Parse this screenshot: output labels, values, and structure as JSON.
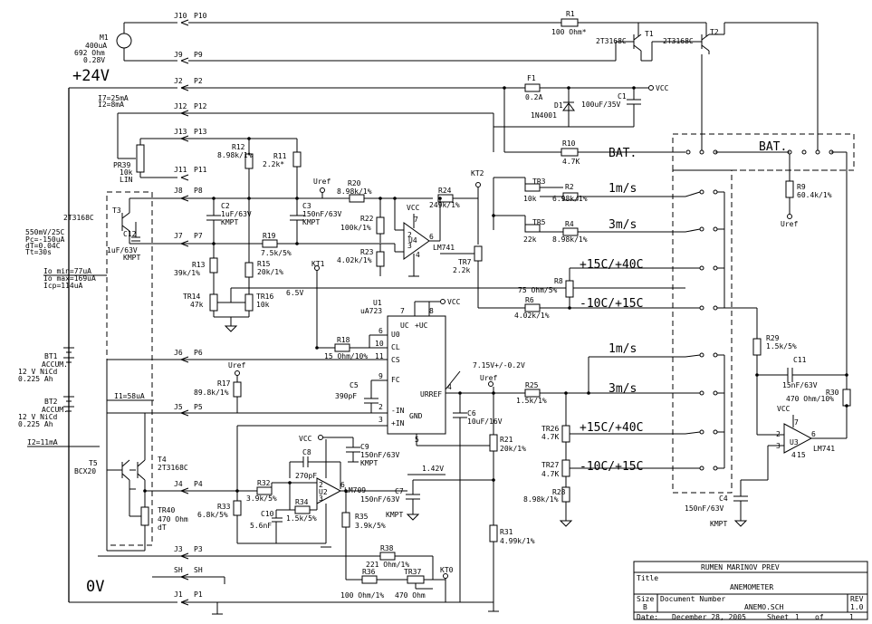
{
  "connectors": {
    "j10": "J10",
    "p10": "P10",
    "j9": "J9",
    "p9": "P9",
    "j2": "J2",
    "p2": "P2",
    "j12": "J12",
    "p12": "P12",
    "j13": "J13",
    "p13": "P13",
    "j11": "J11",
    "p11": "P11",
    "j8": "J8",
    "p8": "P8",
    "j7": "J7",
    "p7": "P7",
    "j6": "J6",
    "p6": "P6",
    "j5": "J5",
    "p5": "P5",
    "j4": "J4",
    "p4": "P4",
    "j3": "J3",
    "p3": "P3",
    "sh1": "SH",
    "sh2": "SH",
    "j1": "J1",
    "p1": "P1"
  },
  "meter": {
    "ref": "M1",
    "line1": "400uA",
    "line2": "692 Ohm",
    "line3": "0.28V"
  },
  "rails": {
    "plus24": "+24V",
    "zero": "0V",
    "bat_left": "BAT.",
    "bat_right": "BAT."
  },
  "currents": {
    "i1": "I7=25mA",
    "i2": "I2=8mA",
    "i3": "I1=58uA",
    "i4": "I2=11mA",
    "io_min": "Io min=77uA",
    "io_max": "Io max=169uA",
    "icp": "Icp=114uA",
    "t3_a": "550mV/25C",
    "t3_b": "Pc=-150uA",
    "t3_c": "dT=0.04C",
    "t3_d": "Tt=30s"
  },
  "batteries": {
    "bt1": "BT1",
    "bt1_a": "ACCUM.",
    "bt1_b": "12 V NiCd",
    "bt1_c": "0.225 Ah",
    "bt2": "BT2",
    "bt2_a": "ACCUM.",
    "bt2_b": "12 V NiCd",
    "bt2_c": "0.225 Ah"
  },
  "parts": {
    "r1": "R1",
    "r1v": "100 Ohm*",
    "t1": "T1",
    "t1v": "2T3168C",
    "t2": "T2",
    "t2v": "2T3168C",
    "f1": "F1",
    "f1v": "0.2A",
    "vcc1": "VCC",
    "d1": "D1",
    "d1v": "1N4001",
    "c1": "C1",
    "c1v": "100uF/35V",
    "r10": "R10",
    "r10v": "4.7K",
    "r12": "R12",
    "r12v": "8.98k/1%",
    "r11": "R11",
    "r11v": "2.2k*",
    "pr39": "PR39",
    "pr39a": "10k",
    "pr39b": "LIN",
    "t3": "T3",
    "t3v": "2T3168C",
    "c12": "C12",
    "c12v": "1uF/63V",
    "c12b": "KMPT",
    "c2": "C2",
    "c2v": "1uF/63V",
    "c2b": "KMPT",
    "c3": "C3",
    "c3v": "150nF/63V",
    "c3b": "KMPT",
    "uref1": "Uref",
    "r20": "R20",
    "r20v": "8.98k/1%",
    "r24": "R24",
    "r24v": "249k/1%",
    "kt2": "KT2",
    "r22": "R22",
    "r22v": "100k/1%",
    "r23": "R23",
    "r23v": "4.02k/1%",
    "vcc2": "VCC",
    "u4": "U4",
    "u4v": "LM741",
    "tr7": "TR7",
    "tr7v": "2.2k",
    "r19": "R19",
    "r19v": "7.5k/5%",
    "r13": "R13",
    "r13v": "39k/1%",
    "r15": "R15",
    "r15v": "20k/1%",
    "tr14": "TR14",
    "tr14v": "47k",
    "tr16": "TR16",
    "tr16v": "10k",
    "kt1": "KT1",
    "v65": "6.5V",
    "u1": "U1",
    "u1v": "uA723",
    "vcc3": "VCC",
    "r18": "R18",
    "r18v": "15 Ohm/10%",
    "uref2": "Uref",
    "r17": "R17",
    "r17v": "89.8k/1%",
    "c5": "C5",
    "c5v": "390pF",
    "v715": "7.15V+/-0.2V",
    "uref3": "Uref",
    "c6": "C6",
    "c6v": "10uF/16V",
    "r21": "R21",
    "r21v": "20k/1%",
    "r31": "R31",
    "r31v": "4.99k/1%",
    "t5": "T5",
    "t5v": "BCX20",
    "t4": "T4",
    "t4v": "2T3168C",
    "tr40": "TR40",
    "tr40v": "470 Ohm",
    "tr40b": "dT",
    "vcc4": "VCC",
    "c8": "C8",
    "c8v": "270pF",
    "c9": "C9",
    "c9v": "150nF/63V",
    "c9b": "KMPT",
    "r32": "R32",
    "r32v": "3.9k/5%",
    "u2": "U2",
    "u2v": "LM709",
    "r34": "R34",
    "r34v": "1.5k/5%",
    "r33": "R33",
    "r33v": "6.8k/5%",
    "c10": "C10",
    "c10v": "5.6nF",
    "v142": "1.42V",
    "c7": "C7",
    "c7v": "150nF/63V",
    "c7b": "KMPT",
    "r35": "R35",
    "r35v": "3.9k/5%",
    "r38": "R38",
    "r38v": "221 Ohm/1%",
    "r36": "R36",
    "r36v": "100 Ohm/1%",
    "tr37": "TR37",
    "tr37v": "470 Ohm",
    "kt0": "KT0",
    "tr3": "TR3",
    "tr3v": "10k",
    "r2": "R2",
    "r2v": "6.98k/1%",
    "tr5": "TR5",
    "tr5v": "22k",
    "r4": "R4",
    "r4v": "8.98k/1%",
    "r8": "R8",
    "r8v": "75 Ohm/5%",
    "r6": "R6",
    "r6v": "4.02k/1%",
    "r9": "R9",
    "r9v": "60.4k/1%",
    "uref4": "Uref",
    "r29": "R29",
    "r29v": "1.5k/5%",
    "c11": "C11",
    "c11v": "15nF/63V",
    "r30": "R30",
    "r30v": "470 Ohm/10%",
    "vcc5": "VCC",
    "u3": "U3",
    "u3v": "LM741",
    "r25": "R25",
    "r25v": "1.5k/1%",
    "tr26": "TR26",
    "tr26v": "4.7K",
    "tr27": "TR27",
    "tr27v": "4.7K",
    "r28": "R28",
    "r28v": "8.98k/1%",
    "c4": "C4",
    "c4v": "150nF/63V",
    "c4b": "KMPT"
  },
  "u1_pins": {
    "n7": "7",
    "n8": "8",
    "n6": "6",
    "n10": "10",
    "n11": "11",
    "n9": "9",
    "n4": "4",
    "n2": "2",
    "n3": "3",
    "n5": "5",
    "uc": "UC",
    "plus_uc": "+UC",
    "u0": "U0",
    "cl": "CL",
    "cs": "CS",
    "fc": "FC",
    "urref": "URREF",
    "minus_in": "-IN",
    "plus_in": "+IN",
    "gnd": "GND"
  },
  "opamp_pins": {
    "u4_7": "7",
    "u4_2": "2",
    "u4_3": "3",
    "u4_6": "6",
    "u4_4": "4",
    "u2_2": "2",
    "u2_3": "3",
    "u2_6": "6",
    "u3_7": "7",
    "u3_2": "2",
    "u3_3": "3",
    "u3_6": "6",
    "u3_4": "4",
    "u3_15": "15"
  },
  "switch_labels": {
    "s1": "1m/s",
    "s2": "3m/s",
    "s3": "+15C/+40C",
    "s4": "-10C/+15C",
    "s5": "1m/s",
    "s6": "3m/s",
    "s7": "+15C/+40C",
    "s8": "-10C/+15C"
  },
  "title_block": {
    "author": "RUMEN MARINOV PREV",
    "title_label": "Title",
    "title": "ANEMOMETER",
    "size_label": "Size",
    "size": "B",
    "docnum_label": "Document Number",
    "docnum": "ANEMO.SCH",
    "rev_label": "REV",
    "rev": "1.0",
    "date_label": "Date:",
    "date": "December 28, 2005",
    "sheet_label": "Sheet",
    "sheet": "1",
    "of_label": "of",
    "of": "1"
  }
}
